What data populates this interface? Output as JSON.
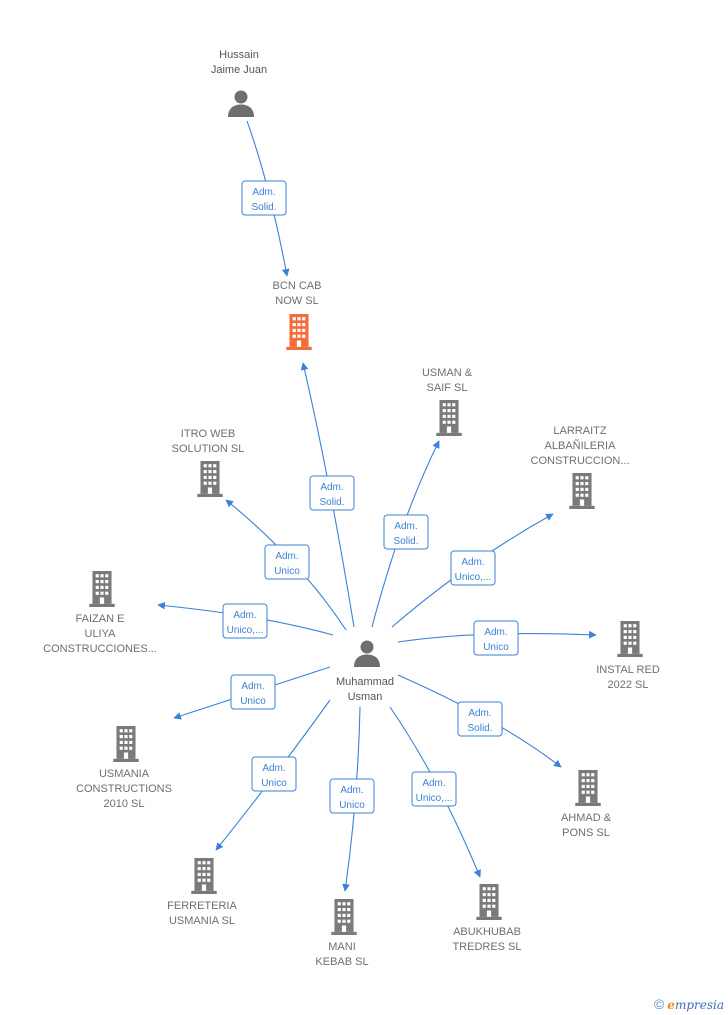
{
  "colors": {
    "edge": "#3b82d6",
    "company": "#7a7a7a",
    "company_focus": "#f36d3b",
    "person": "#6f6f6f"
  },
  "nodes": [
    {
      "id": "hussain",
      "type": "person",
      "lines": [
        "Hussain",
        "Jaime Juan"
      ]
    },
    {
      "id": "bcn",
      "type": "company",
      "focus": true,
      "lines": [
        "BCN CAB",
        "NOW  SL"
      ]
    },
    {
      "id": "usman_saif",
      "type": "company",
      "lines": [
        "USMAN &",
        "SAIF  SL"
      ]
    },
    {
      "id": "itro",
      "type": "company",
      "lines": [
        "ITRO WEB",
        "SOLUTION  SL"
      ]
    },
    {
      "id": "larraitz",
      "type": "company",
      "lines": [
        "LARRAITZ",
        "ALBAÑILERIA",
        "CONSTRUCCION..."
      ]
    },
    {
      "id": "faizan",
      "type": "company",
      "lines": [
        "FAIZAN E",
        "ULIYA",
        "CONSTRUCCIONES..."
      ]
    },
    {
      "id": "muhammad",
      "type": "person",
      "lines": [
        "Muhammad",
        "Usman"
      ]
    },
    {
      "id": "instal",
      "type": "company",
      "lines": [
        "INSTAL RED",
        "2022  SL"
      ]
    },
    {
      "id": "usmania_c",
      "type": "company",
      "lines": [
        "USMANIA",
        "CONSTRUCTIONS",
        "2010  SL"
      ]
    },
    {
      "id": "ahmad",
      "type": "company",
      "lines": [
        "AHMAD &",
        "PONS SL"
      ]
    },
    {
      "id": "ferreteria",
      "type": "company",
      "lines": [
        "FERRETERIA",
        "USMANIA  SL"
      ]
    },
    {
      "id": "mani",
      "type": "company",
      "lines": [
        "MANI",
        "KEBAB  SL"
      ]
    },
    {
      "id": "abukhubab",
      "type": "company",
      "lines": [
        "ABUKHUBAB",
        "TREDRES SL"
      ]
    }
  ],
  "edges": [
    {
      "from": "hussain",
      "to": "bcn",
      "lines": [
        "Adm.",
        "Solid."
      ]
    },
    {
      "from": "muhammad",
      "to": "bcn",
      "lines": [
        "Adm.",
        "Solid."
      ]
    },
    {
      "from": "muhammad",
      "to": "usman_saif",
      "lines": [
        "Adm.",
        "Solid."
      ]
    },
    {
      "from": "muhammad",
      "to": "itro",
      "lines": [
        "Adm.",
        "Unico"
      ]
    },
    {
      "from": "muhammad",
      "to": "larraitz",
      "lines": [
        "Adm.",
        "Unico,..."
      ]
    },
    {
      "from": "muhammad",
      "to": "faizan",
      "lines": [
        "Adm.",
        "Unico,..."
      ]
    },
    {
      "from": "muhammad",
      "to": "instal",
      "lines": [
        "Adm.",
        "Unico"
      ]
    },
    {
      "from": "muhammad",
      "to": "usmania_c",
      "lines": [
        "Adm.",
        "Unico"
      ]
    },
    {
      "from": "muhammad",
      "to": "ahmad",
      "lines": [
        "Adm.",
        "Solid."
      ]
    },
    {
      "from": "muhammad",
      "to": "ferreteria",
      "lines": [
        "Adm.",
        "Unico"
      ]
    },
    {
      "from": "muhammad",
      "to": "mani",
      "lines": [
        "Adm.",
        "Unico"
      ]
    },
    {
      "from": "muhammad",
      "to": "abukhubab",
      "lines": [
        "Adm.",
        "Unico,..."
      ]
    }
  ],
  "footer": {
    "copyright_symbol": "©",
    "brand_initial": "e",
    "brand_rest": "mpresia"
  }
}
